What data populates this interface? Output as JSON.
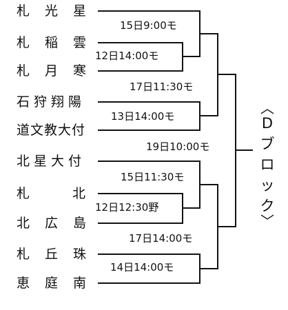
{
  "teams": [
    {
      "name": "札光星"
    },
    {
      "name": "札稲雲"
    },
    {
      "name": "札月寒"
    },
    {
      "name": "石狩翔陽"
    },
    {
      "name": "道文教大付"
    },
    {
      "name": "北星大付"
    },
    {
      "name": "札北"
    },
    {
      "name": "北広島"
    },
    {
      "name": "札丘珠"
    },
    {
      "name": "恵庭南"
    }
  ],
  "matches": [
    {
      "label": "15日9:00モ"
    },
    {
      "label": "12日14:00モ"
    },
    {
      "label": "17日11:30モ"
    },
    {
      "label": "13日14:00モ"
    },
    {
      "label": "19日10:00モ"
    },
    {
      "label": "15日11:30モ"
    },
    {
      "label": "12日12:30野"
    },
    {
      "label": "17日14:00モ"
    },
    {
      "label": "14日14:00モ"
    }
  ],
  "block": {
    "label": "Dブロック"
  }
}
